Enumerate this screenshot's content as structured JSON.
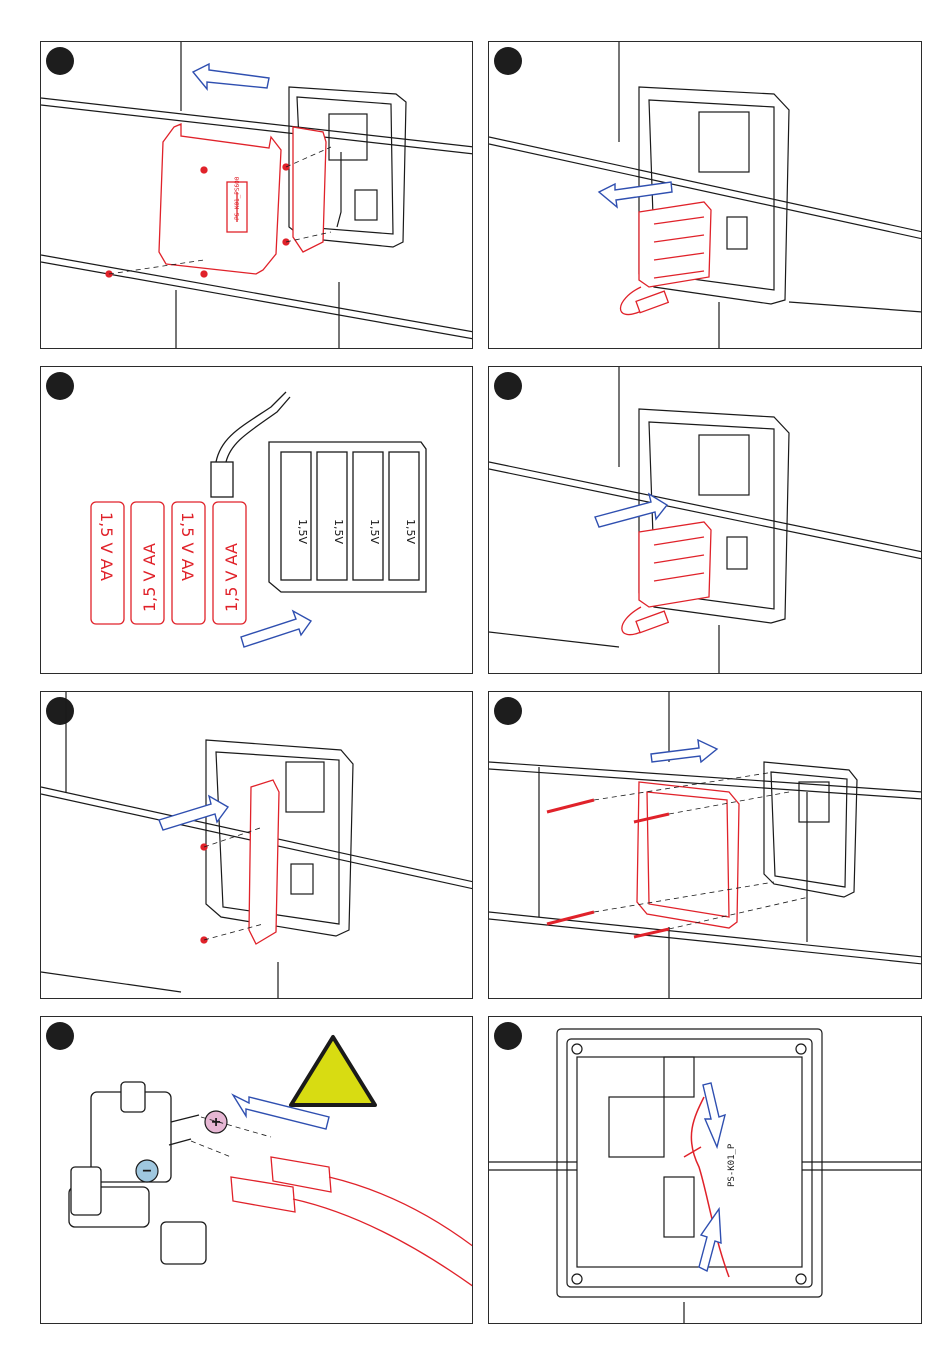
{
  "colors": {
    "line": "#1a1a1a",
    "part_highlight": "#e0222a",
    "arrow": "#2f4fb0",
    "warning_fill": "#d8dc12",
    "plus_fill": "#e6b6d3",
    "minus_fill": "#9fc7df"
  },
  "panels": [
    {
      "step_icon": "filled-circle"
    },
    {
      "step_icon": "filled-circle"
    },
    {
      "step_icon": "filled-circle"
    },
    {
      "step_icon": "filled-circle"
    },
    {
      "step_icon": "filled-circle"
    },
    {
      "step_icon": "filled-circle"
    },
    {
      "step_icon": "filled-circle"
    },
    {
      "step_icon": "filled-circle"
    }
  ],
  "cover_label": "PS-K01_PS600",
  "module_label": "PS-K01_P",
  "battery": {
    "cell_text": "1,5 V AA",
    "holder_text": "1,5V",
    "plus": "+",
    "minus": "-"
  },
  "polarity": {
    "plus": "+",
    "minus": "−"
  },
  "icons": [
    "direction-arrow-icon",
    "warning-triangle-icon",
    "screw-icon",
    "connector-icon"
  ]
}
